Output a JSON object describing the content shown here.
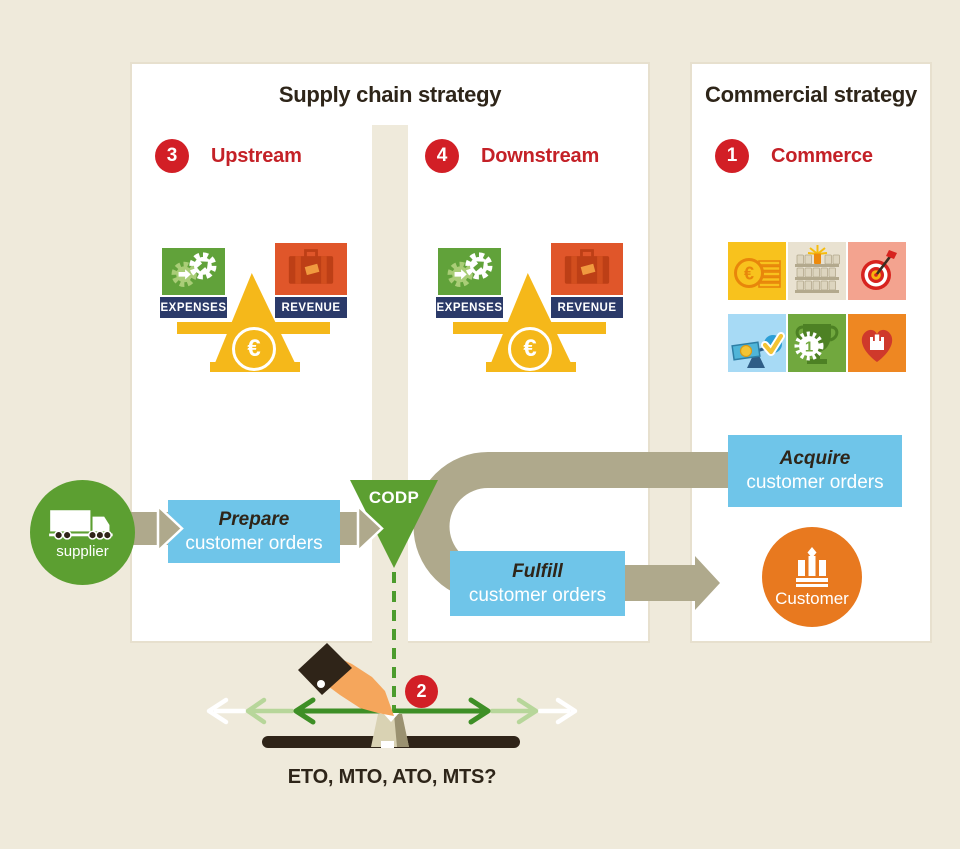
{
  "panels": {
    "supply": {
      "title": "Supply chain strategy"
    },
    "commercial": {
      "title": "Commercial strategy"
    }
  },
  "sections": {
    "upstream": {
      "number": "3",
      "label": "Upstream"
    },
    "downstream": {
      "number": "4",
      "label": "Downstream"
    },
    "commerce": {
      "number": "1",
      "label": "Commerce"
    }
  },
  "scale": {
    "expenses_label": "EXPENSES",
    "revenue_label": "REVENUE",
    "currency": "€"
  },
  "commerce_icons": {
    "tiles": [
      "price-money-icon",
      "shelf-assortment-icon",
      "target-marketing-icon",
      "money-balance-check-icon",
      "trophy-first-place-icon",
      "heart-loyalty-icon"
    ],
    "price_currency": "€",
    "trophy_number": "1"
  },
  "flow": {
    "supplier_label": "supplier",
    "prepare": {
      "emphasis": "Prepare",
      "rest": "customer orders"
    },
    "codp_label": "CODP",
    "fulfill": {
      "emphasis": "Fulfill",
      "rest": "customer orders"
    },
    "acquire": {
      "emphasis": "Acquire",
      "rest": "customer orders"
    },
    "customer_label": "Customer"
  },
  "decision": {
    "number": "2",
    "caption": "ETO, MTO, ATO, MTS?"
  },
  "colors": {
    "background": "#EFEADB",
    "accent_red": "#D21F26",
    "olive_band": "#AFA98C",
    "flow_blue": "#6FC5E9",
    "green": "#5C9F31",
    "scale_yellow": "#F5B81A",
    "navy": "#2B3A69",
    "customer_orange": "#E8791F",
    "dark": "#2E2519",
    "arrow_dark_green": "#3E8F26",
    "arrow_light_green": "#B7D69A"
  }
}
